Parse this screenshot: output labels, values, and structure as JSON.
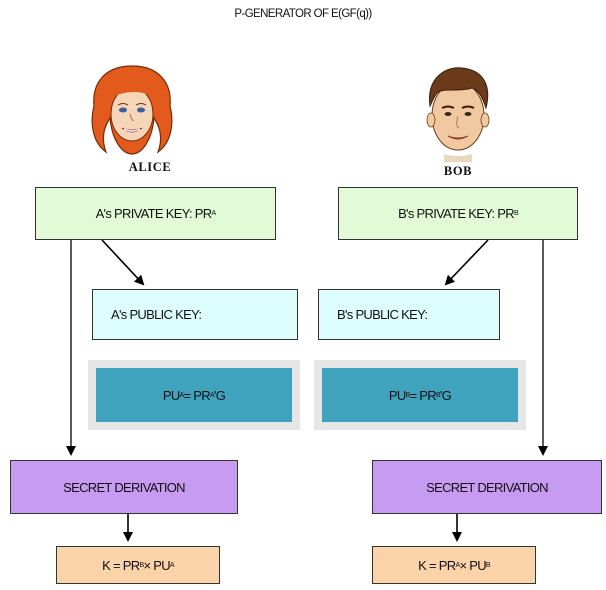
{
  "title": "P-GENERATOR OF E(GF(q))",
  "alice": {
    "name": "ALICE",
    "private_key": {
      "label": "A's PRIVATE KEY: PR",
      "sub": "A"
    },
    "public_key": "A's PUBLIC KEY:",
    "formula": {
      "lhs": "PU",
      "lhs_sub": "A",
      "mid": " = PR",
      "mid_sub": "A",
      "tail": " 'G"
    },
    "secret": "SECRET DERIVATION",
    "result": {
      "prefix": "K =  PR",
      "sub1": "B",
      "mid": " × PU",
      "sub2": "A"
    }
  },
  "bob": {
    "name": "BOB",
    "private_key": {
      "label": "B's PRIVATE KEY: PR",
      "sub": "B"
    },
    "public_key": "B's PUBLIC KEY:",
    "formula": {
      "lhs": "PU",
      "lhs_sub": "B",
      "mid": " = PR",
      "mid_sub": "B",
      "tail": "'G"
    },
    "secret": "SECRET DERIVATION",
    "result": {
      "prefix": "K = PR",
      "sub1": "A",
      "mid": " × PU",
      "sub2": "B"
    }
  },
  "colors": {
    "green": "#e2fbd6",
    "cyan": "#ddfdfd",
    "teal": "#3fa3be",
    "purple": "#c79bf2",
    "orange": "#fbd3a9"
  }
}
